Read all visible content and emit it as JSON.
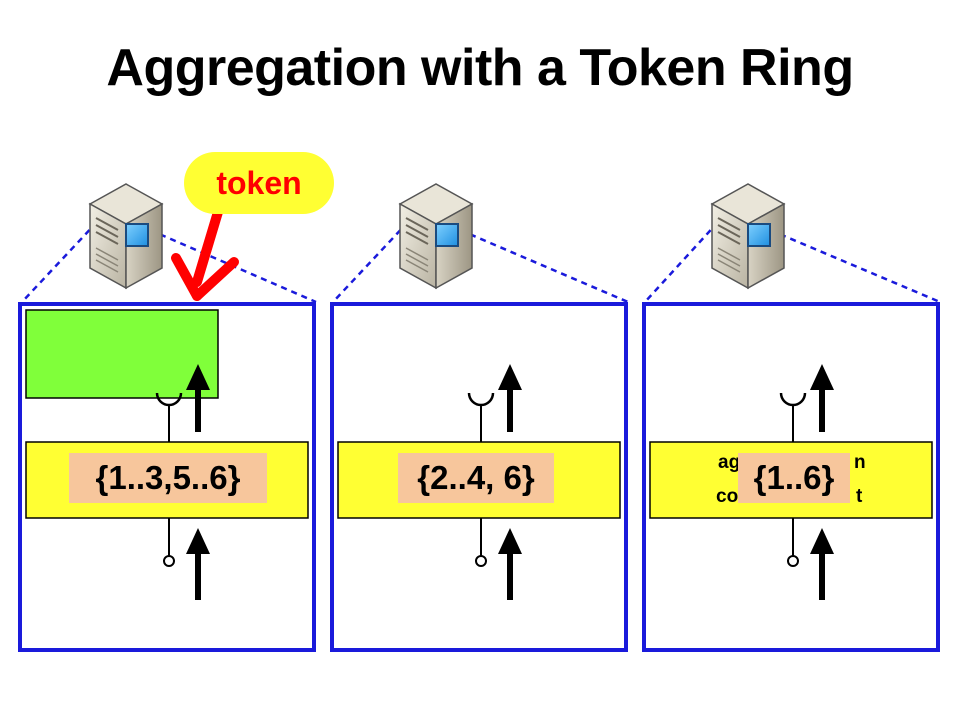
{
  "title": "Aggregation with a Token Ring",
  "token": {
    "label": "token"
  },
  "nodes": [
    {
      "id": "node-1",
      "set": "{1..3,5..6}"
    },
    {
      "id": "node-2",
      "set": "{2..4, 6}"
    },
    {
      "id": "node-3",
      "set": "{1..6}",
      "visible_fragments": {
        "top_left": "ag",
        "top_right": "n",
        "bottom_left": "co",
        "bottom_right": "t"
      }
    }
  ],
  "colors": {
    "frame": "#1a1adb",
    "dashed": "#1a1adb",
    "component": "#ffff33",
    "holder_highlight": "#80ff3a",
    "set_label_bg": "#f7c69c",
    "token_text": "#ff0000",
    "token_bubble": "#ffff33",
    "arrow": "#000000",
    "token_arrow": "#ff0000"
  },
  "icons": [
    "server-icon",
    "required-interface-icon",
    "provided-interface-icon",
    "flow-arrow-icon",
    "token-arrow-icon"
  ]
}
